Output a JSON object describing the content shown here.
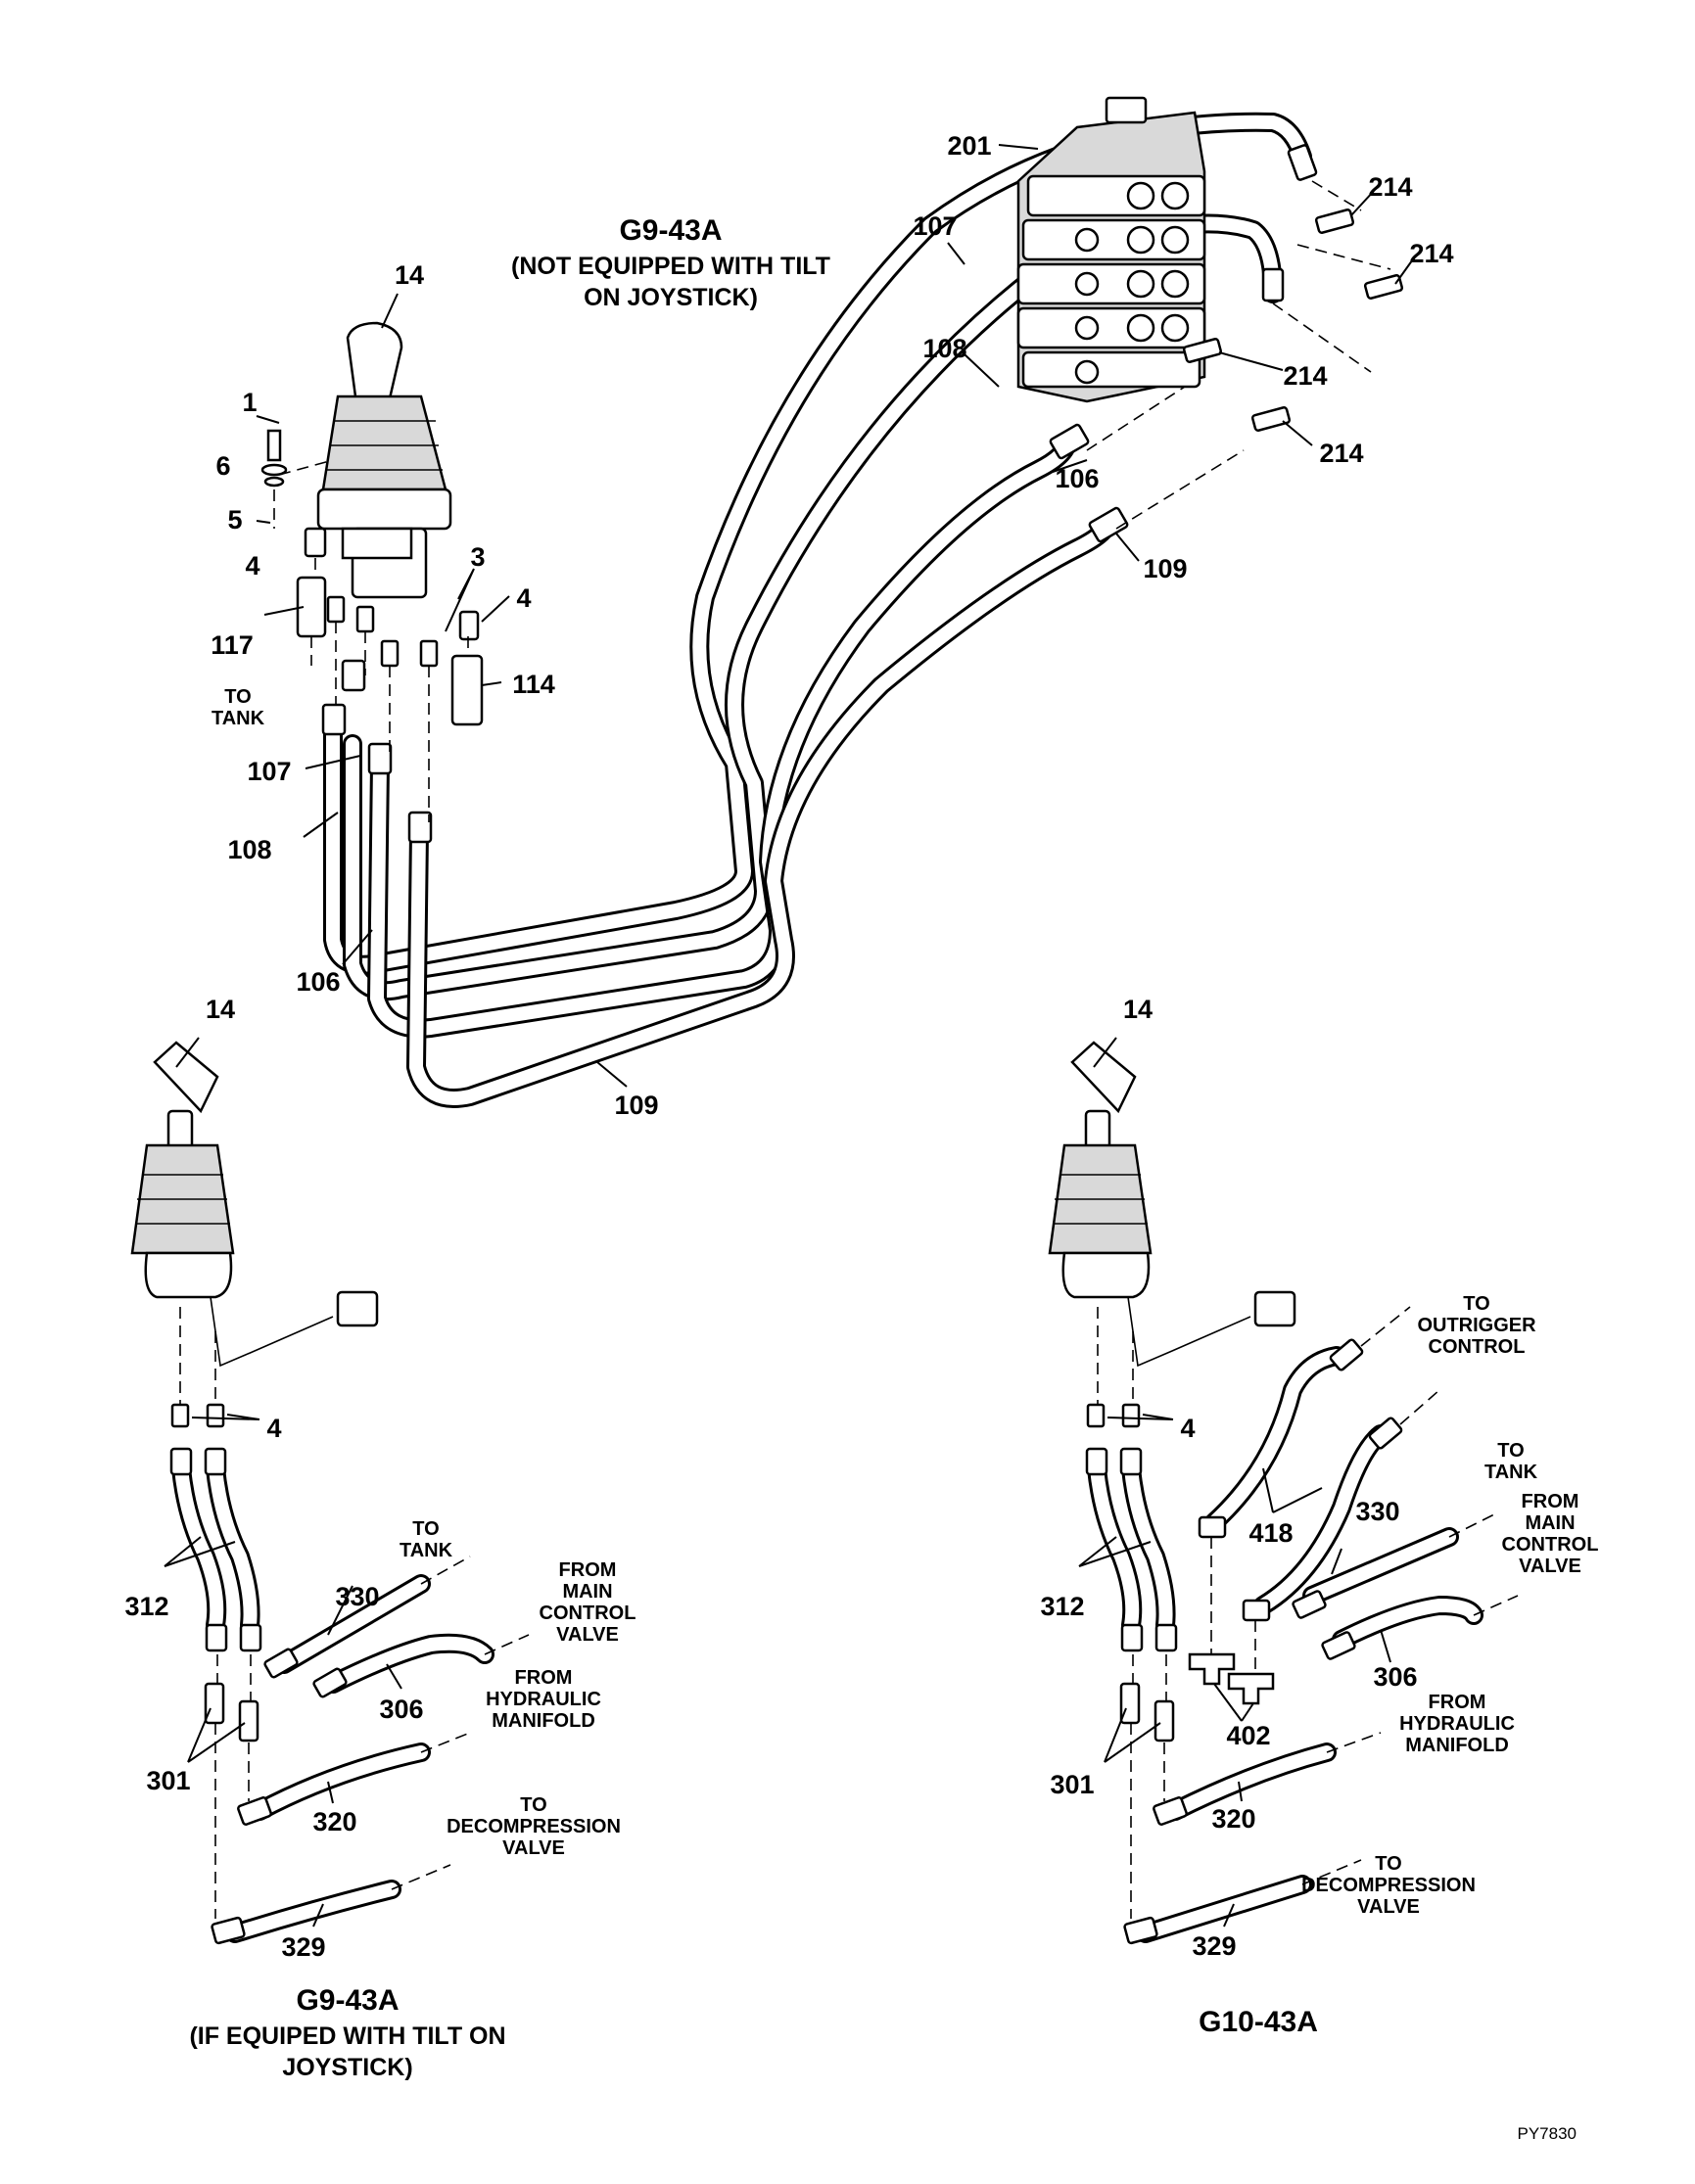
{
  "views": {
    "top": {
      "title": "G9-43A",
      "subtitle_lines": [
        "(NOT EQUIPPED WITH TILT",
        "ON JOYSTICK)"
      ],
      "callouts": {
        "c201": "201",
        "c107a": "107",
        "c108a": "108",
        "c214a": "214",
        "c214b": "214",
        "c214c": "214",
        "c214d": "214",
        "c106a": "106",
        "c109a": "109",
        "c14": "14",
        "c1": "1",
        "c6": "6",
        "c5": "5",
        "c4a": "4",
        "c3": "3",
        "c4b": "4",
        "c117": "117",
        "c114": "114",
        "c107b": "107",
        "c108b": "108",
        "c106b": "106",
        "c109b": "109"
      },
      "notes": {
        "to_tank": [
          "TO",
          "TANK"
        ]
      }
    },
    "left": {
      "title": "G9-43A",
      "subtitle_lines": [
        "(IF EQUIPED WITH TILT ON",
        "JOYSTICK)"
      ],
      "callouts": {
        "c14": "14",
        "c4": "4",
        "c312": "312",
        "c330": "330",
        "c306": "306",
        "c301": "301",
        "c320": "320",
        "c329": "329"
      },
      "notes": {
        "to_tank": [
          "TO",
          "TANK"
        ],
        "from_main": [
          "FROM",
          "MAIN",
          "CONTROL",
          "VALVE"
        ],
        "from_hyd": [
          "FROM",
          "HYDRAULIC",
          "MANIFOLD"
        ],
        "to_decomp": [
          "TO",
          "DECOMPRESSION",
          "VALVE"
        ]
      }
    },
    "right": {
      "title": "G10-43A",
      "callouts": {
        "c14": "14",
        "c4": "4",
        "c418": "418",
        "c330": "330",
        "c312": "312",
        "c306": "306",
        "c402": "402",
        "c301": "301",
        "c320": "320",
        "c329": "329"
      },
      "notes": {
        "to_outrigger": [
          "TO",
          "OUTRIGGER",
          "CONTROL"
        ],
        "to_tank": [
          "TO",
          "TANK"
        ],
        "from_main": [
          "FROM",
          "MAIN",
          "CONTROL",
          "VALVE"
        ],
        "from_hyd": [
          "FROM",
          "HYDRAULIC",
          "MANIFOLD"
        ],
        "to_decomp": [
          "TO",
          "DECOMPRESSION",
          "VALVE"
        ]
      }
    }
  },
  "document_number": "PY7830"
}
